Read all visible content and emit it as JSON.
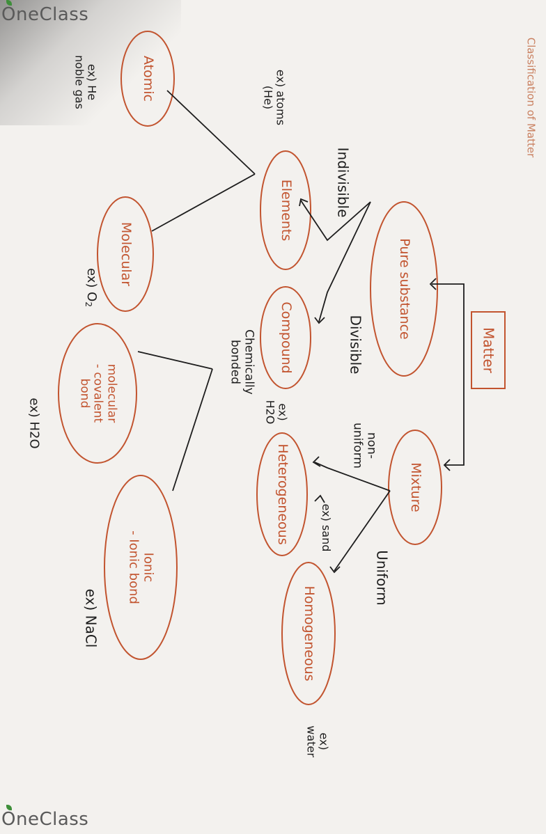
{
  "watermark": {
    "brand": "OneClass"
  },
  "title": "Classification of Matter",
  "nodes": {
    "matter": "Matter",
    "pure_substance": "Pure substance",
    "mixture": "Mixture",
    "elements": "Elements",
    "compound": "Compound",
    "atomic": "Atomic",
    "molecular_element": "Molecular",
    "heterogeneous": "Heterogeneous",
    "homogeneous": "Homogeneous",
    "molecular_compound": [
      "molecular",
      "- covalent",
      "bond"
    ],
    "ionic": [
      "Ionic",
      "- Ionic bond"
    ]
  },
  "edge_labels": {
    "indivisible": "Indivisible",
    "divisible": "Divisible",
    "non_uniform": [
      "non-",
      "uniform"
    ],
    "uniform": "Uniform",
    "chemically_bonded": [
      "Chemically",
      "bonded"
    ]
  },
  "examples": {
    "elements": [
      "ex) atoms",
      "(He)"
    ],
    "atomic": [
      "ex) He",
      "noble gas"
    ],
    "molecular": "ex) O",
    "molecular_sub": "2",
    "compound": [
      "ex)",
      "H2O"
    ],
    "molecular_compound": "ex) H2O",
    "ionic": "ex) NaCl",
    "heterogeneous": "ex) sand",
    "homogeneous": [
      "ex)",
      "water"
    ]
  },
  "colors": {
    "node_outline": "#c2542f",
    "node_text": "#c2542f",
    "ink": "#1d1d1d",
    "paper": "#f3f1ee"
  }
}
